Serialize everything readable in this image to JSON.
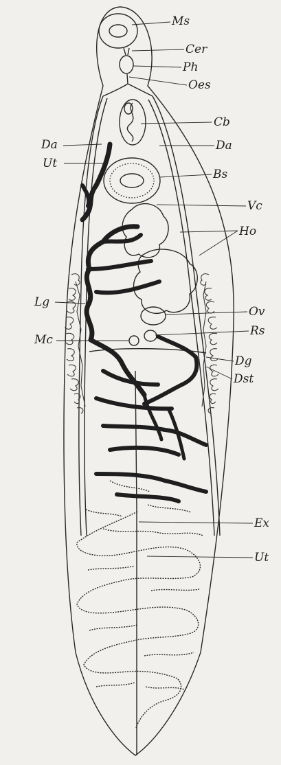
{
  "labels": {
    "ms": "Ms",
    "cer": "Cer",
    "ph": "Ph",
    "oes": "Oes",
    "cb": "Cb",
    "da_left": "Da",
    "da_right": "Da",
    "ut_upper": "Ut",
    "bs": "Bs",
    "vc": "Vc",
    "ho": "Ho",
    "lg": "Lg",
    "ov": "Ov",
    "mc": "Mc",
    "rs": "Rs",
    "dg": "Dg",
    "dst": "Dst",
    "ex": "Ex",
    "ut_lower": "Ut"
  }
}
